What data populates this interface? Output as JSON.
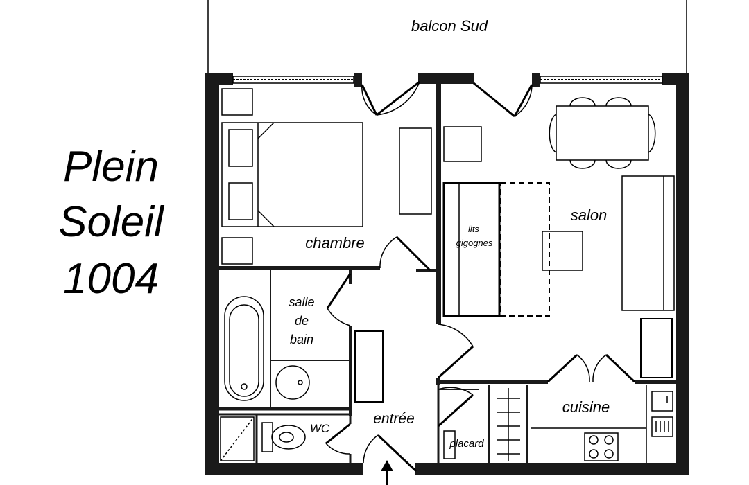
{
  "title": {
    "line1": "Plein",
    "line2": "Soleil",
    "line3": "1004"
  },
  "labels": {
    "balcony": "balcon  Sud",
    "bedroom": "chambre",
    "living": "salon",
    "bunk_1": "lits",
    "bunk_2": "gigognes",
    "bath_1": "salle",
    "bath_2": "de",
    "bath_3": "bain",
    "wc": "WC",
    "entrance": "entrée",
    "cupboard": "placard",
    "kitchen": "cuisine"
  },
  "colors": {
    "wall": "#1a1a1a",
    "line": "#000000",
    "background": "#ffffff"
  }
}
